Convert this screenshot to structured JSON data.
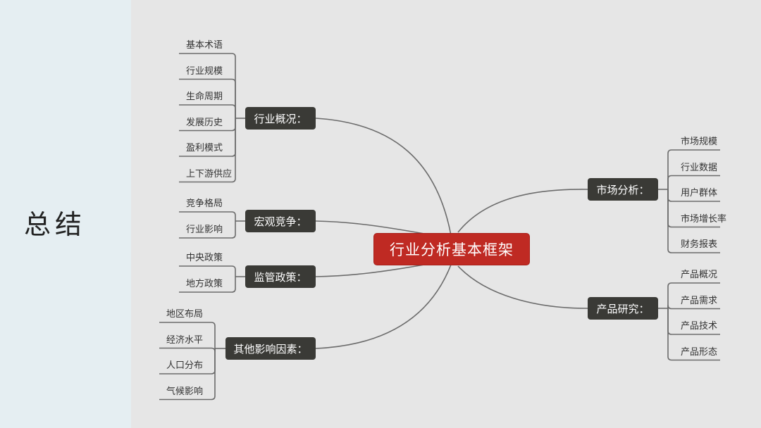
{
  "slide": {
    "title": "总结"
  },
  "center": {
    "label": "行业分析基本框架"
  },
  "branches": {
    "industry_overview": {
      "label": "行业概况：",
      "items": [
        "基本术语",
        "行业规模",
        "生命周期",
        "发展历史",
        "盈利模式",
        "上下游供应"
      ]
    },
    "macro_competition": {
      "label": "宏观竞争：",
      "items": [
        "竞争格局",
        "行业影响"
      ]
    },
    "regulatory_policy": {
      "label": "监管政策：",
      "items": [
        "中央政策",
        "地方政策"
      ]
    },
    "other_factors": {
      "label": "其他影响因素：",
      "items": [
        "地区布局",
        "经济水平",
        "人口分布",
        "气候影响"
      ]
    },
    "market_analysis": {
      "label": "市场分析：",
      "items": [
        "市场规模",
        "行业数据",
        "用户群体",
        "市场增长率",
        "财务报表"
      ]
    },
    "product_research": {
      "label": "产品研究：",
      "items": [
        "产品概况",
        "产品需求",
        "产品技术",
        "产品形态"
      ]
    }
  },
  "colors": {
    "center_fill": "#bf2a23",
    "branch_fill": "#3a3a36",
    "line": "#6b6b6b",
    "left_panel": "#e5eef2",
    "canvas": "#e6e6e6"
  }
}
